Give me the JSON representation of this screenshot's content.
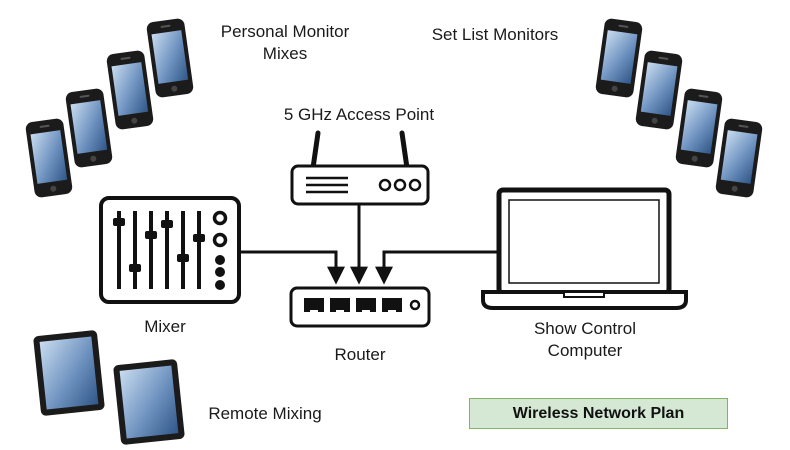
{
  "labels": {
    "personal_monitor": "Personal Monitor\nMixes",
    "set_list": "Set List Monitors",
    "access_point": "5 GHz Access Point",
    "mixer": "Mixer",
    "router": "Router",
    "show_control": "Show Control\nComputer",
    "remote_mixing": "Remote Mixing"
  },
  "title": "Wireless Network Plan",
  "colors": {
    "stroke": "#111111",
    "device_fill": "#ffffff",
    "phone_body": "#1b1b1b",
    "screen_top": "#c9dcf0",
    "screen_bottom": "#3c6598",
    "title_fill": "#d5e8d4",
    "title_border": "#82b366"
  },
  "icons": {
    "phones": "smartphone-icon",
    "tablets": "tablet-icon",
    "access_point": "wifi-access-point-icon",
    "router": "network-switch-icon",
    "mixer": "audio-mixer-icon",
    "computer": "laptop-icon"
  }
}
